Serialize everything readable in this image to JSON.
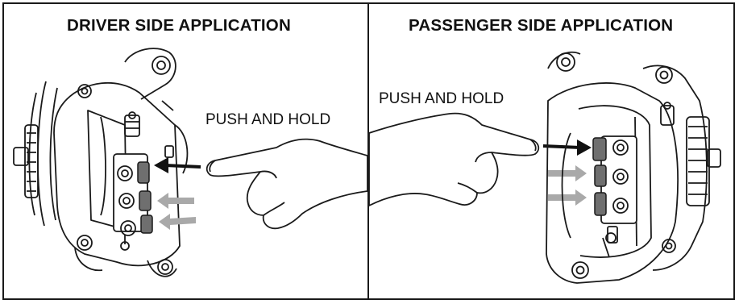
{
  "panels": {
    "driver": {
      "title": "DRIVER SIDE APPLICATION",
      "instruction": "PUSH AND HOLD"
    },
    "passenger": {
      "title": "PASSENGER SIDE APPLICATION",
      "instruction": "PUSH AND HOLD"
    }
  },
  "colors": {
    "line": "#1a1a1a",
    "connector_fill": "#6f6f6f",
    "active_arrow": "#111111",
    "secondary_arrow": "#a9a9a9"
  },
  "icons": [
    "alternator-illustration",
    "hand-icon",
    "push-arrow-icon",
    "release-arrow-icon"
  ]
}
